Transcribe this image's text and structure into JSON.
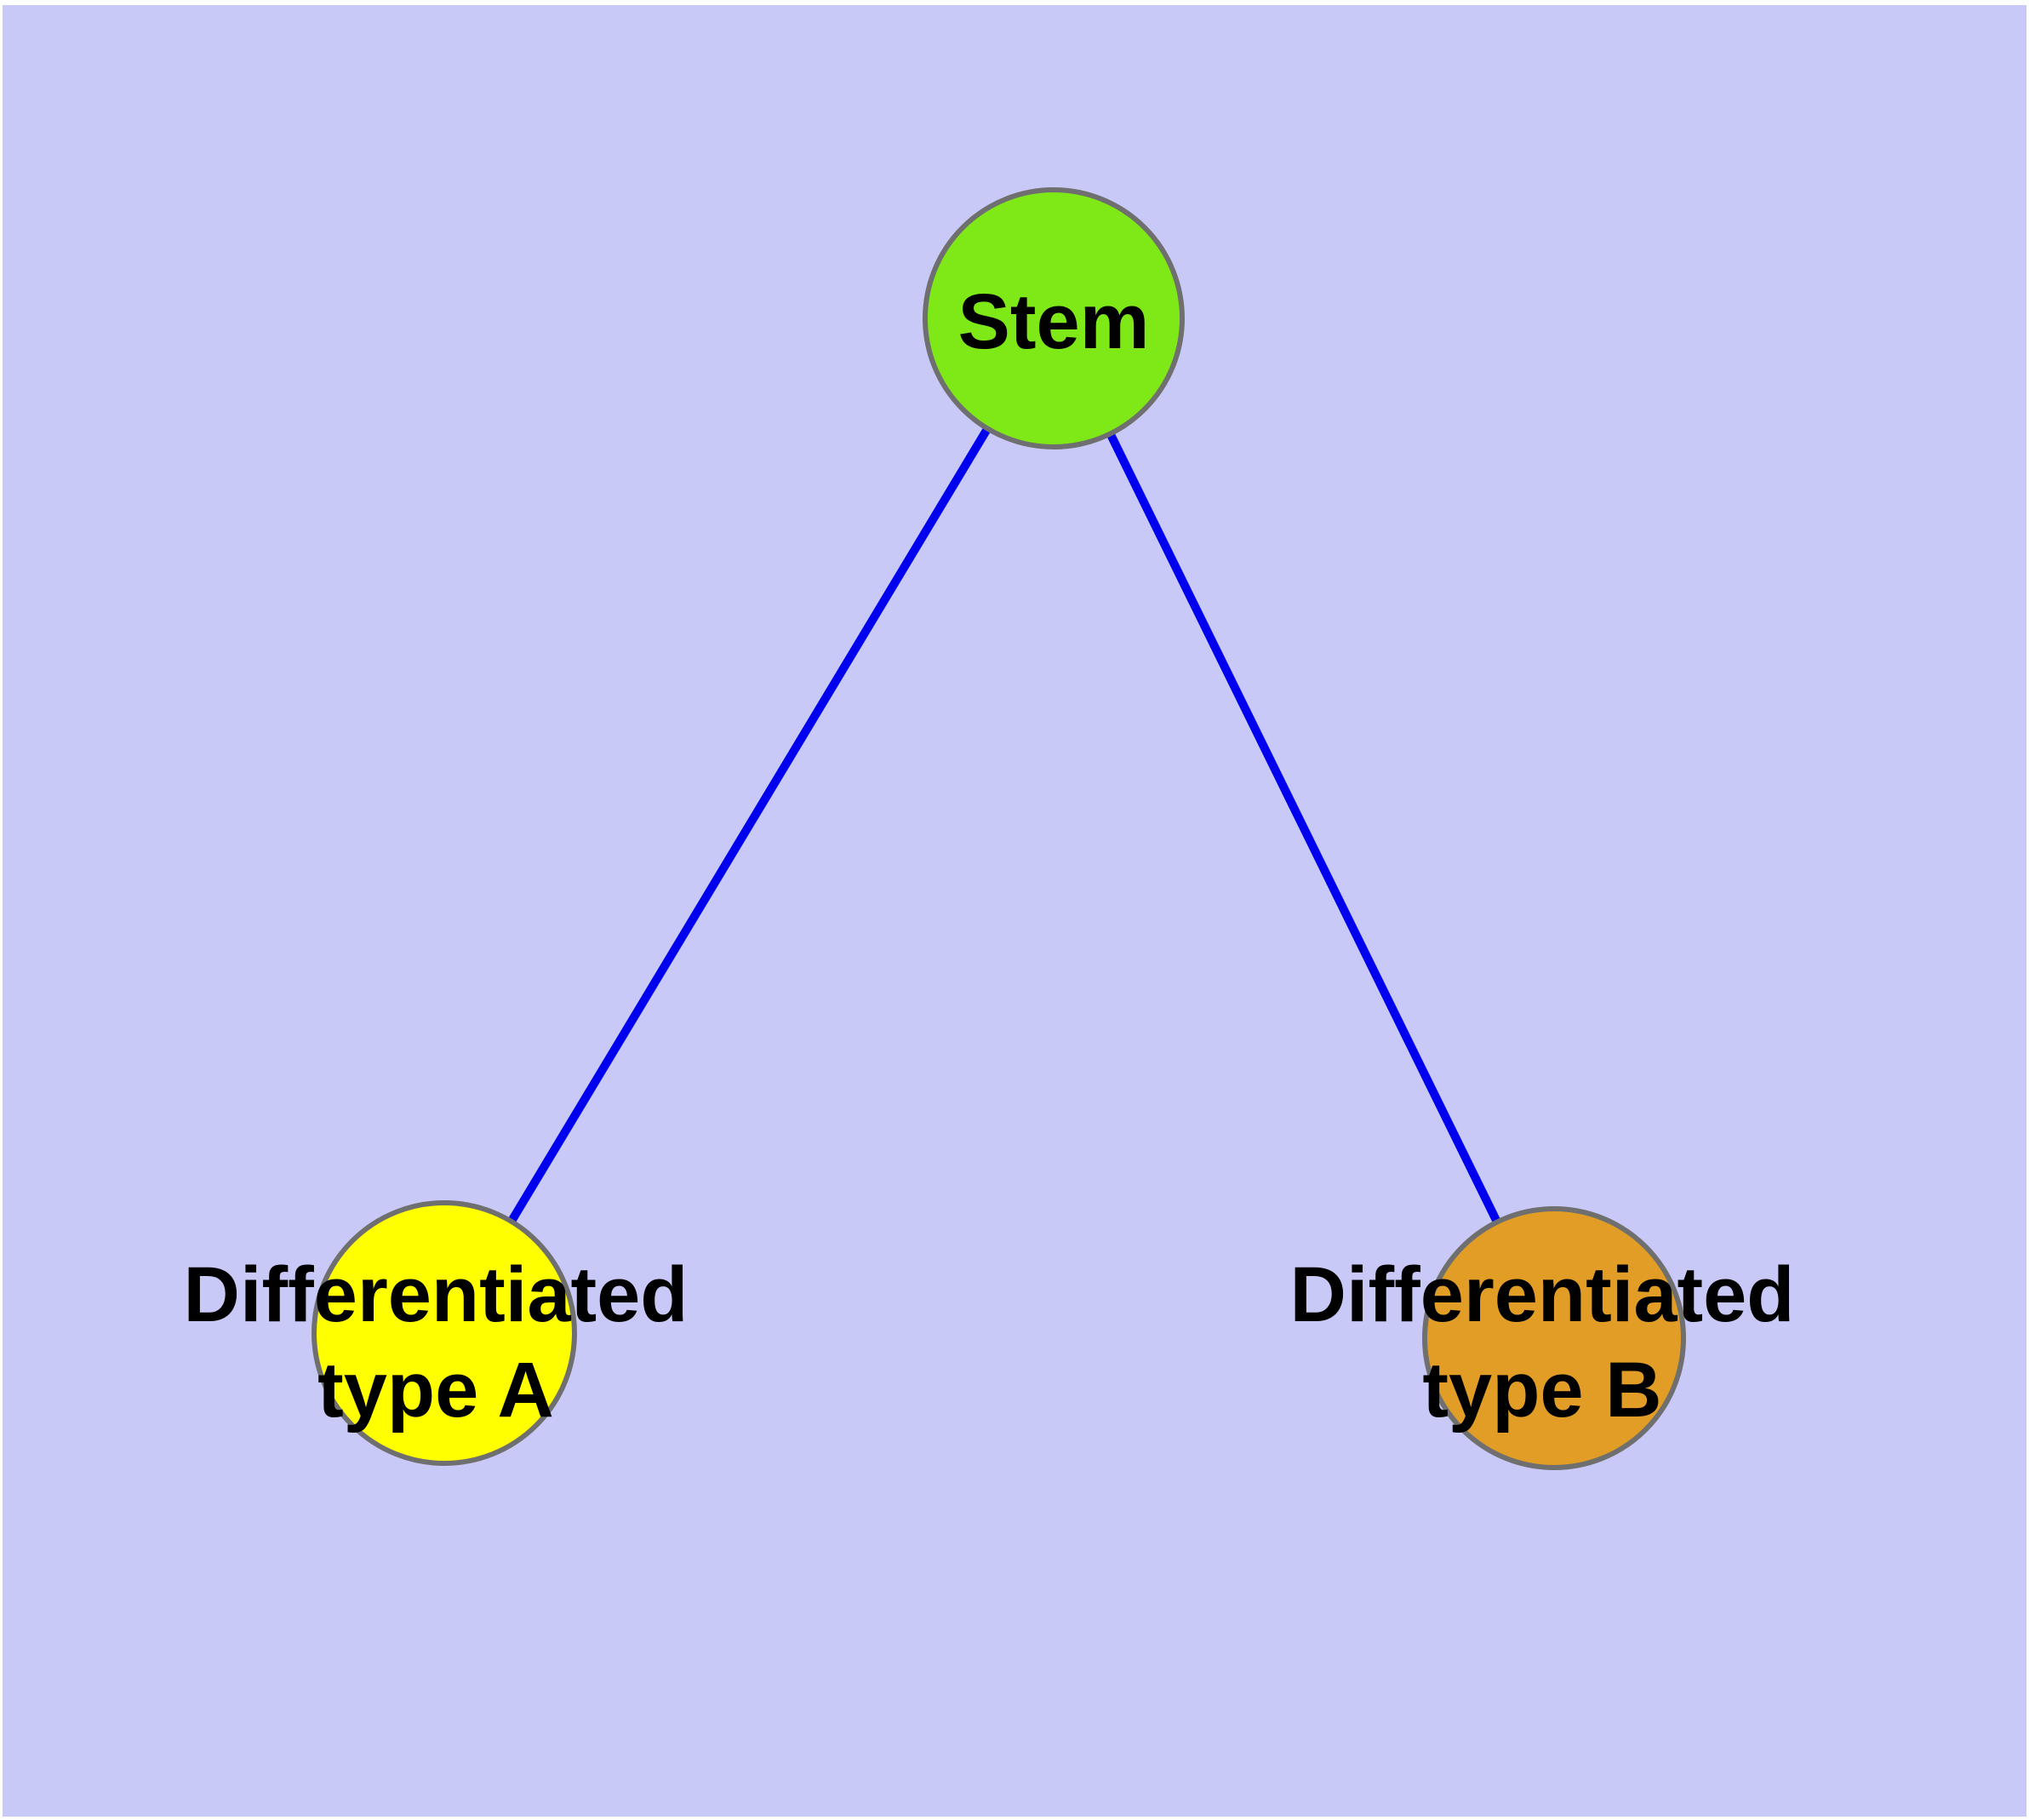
{
  "diagram": {
    "type": "node-link-graph",
    "description": "Stem cell differentiation diagram: one parent node connected to two child nodes",
    "nodes": {
      "stem": {
        "id": "stem",
        "label": "Stem",
        "fill": "#7FE817",
        "shape": "circle"
      },
      "type_a": {
        "id": "type_a",
        "label_line1": "Differentiated",
        "label_line2": "type A",
        "fill": "#FFFF00",
        "shape": "circle"
      },
      "type_b": {
        "id": "type_b",
        "label_line1": "Differentiated",
        "label_line2": "type B",
        "fill": "#E29D26",
        "shape": "circle"
      }
    },
    "edges": [
      {
        "from": "stem",
        "to": "type_a"
      },
      {
        "from": "stem",
        "to": "type_b"
      }
    ]
  },
  "colors": {
    "background": "#C9C9F8",
    "frame": "#FFFFFF",
    "edge": "#0000EE",
    "node_border": "#6F6F6F",
    "node_stem": "#7FE817",
    "node_type_a": "#FFFF00",
    "node_type_b": "#E29D26",
    "label_text": "#000000"
  }
}
